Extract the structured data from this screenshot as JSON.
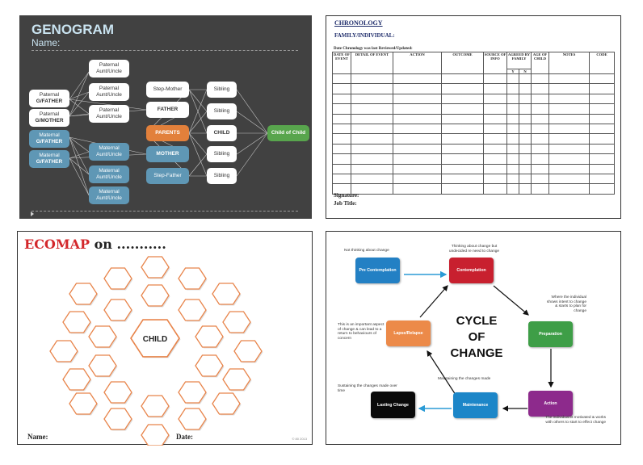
{
  "genogram": {
    "title": "GENOGRAM",
    "name_label": "Name:",
    "nodes": {
      "pat_aunt_1": "Paternal Aunt/Uncle",
      "pat_aunt_2": "Paternal Aunt/Uncle",
      "pat_aunt_3": "Paternal Aunt/Uncle",
      "pat_gf": [
        "Paternal",
        "G/FATHER"
      ],
      "pat_gm": [
        "Paternal",
        "G/MOTHER"
      ],
      "mat_gf": [
        "Maternal",
        "G/FATHER"
      ],
      "mat_gm": [
        "Maternal",
        "G/FATHER"
      ],
      "mat_aunt_1": "Maternal Aunt/Uncle",
      "mat_aunt_2": "Maternal Aunt/Uncle",
      "mat_aunt_3": "Maternal Aunt/Uncle",
      "step_mother": "Step-Mother",
      "father": "FATHER",
      "parents": "PARENTS",
      "mother": "MOTHER",
      "step_father": "Step-Father",
      "sibling_1": "Sibling",
      "sibling_2": "Sibling",
      "child": "CHILD",
      "sibling_3": "Sibling",
      "sibling_4": "Sibling",
      "child_of_child": "Child of Child"
    },
    "colors": {
      "background": "#414141",
      "maternal": "#5f97b5",
      "parents": "#e2803b",
      "child_of_child": "#58a54d"
    }
  },
  "chronology": {
    "title": "CHRONOLOGY",
    "family": "FAMILY/INDIVIDUAL:",
    "date_line": "Date Chronology was last Reviewed/Updated:",
    "columns": [
      "DATE OF EVENT",
      "DETAIL OF EVENT",
      "ACTION",
      "OUTCOME",
      "SOURCE OF INFO",
      "AGREED BY FAMILY",
      "AGE OF CHILD",
      "NOTES",
      "CODE"
    ],
    "agreed_sub": [
      "Y",
      "N"
    ],
    "empty_rows": 12,
    "signature": "Signature:",
    "job_title": "Job Title:"
  },
  "ecomap": {
    "title_red": "ECOMAP",
    "title_rest": "on ...........",
    "center_label": "CHILD",
    "name_label": "Name:",
    "date_label": "Date:",
    "copyright": "© 80 2013",
    "colors": {
      "hex_border": "#e8844a",
      "title": "#d3272b"
    }
  },
  "cycle": {
    "center": [
      "CYCLE",
      "OF",
      "CHANGE"
    ],
    "stages": {
      "pre_contemplation": "Pre Contemplation",
      "contemplation": "Contemplation",
      "preparation": "Preparation",
      "action": "Action",
      "maintenance": "Maintenance",
      "lasting_change": "Lasting Change",
      "lapse_relapse": "Lapse/Relapse"
    },
    "notes": {
      "pre_contemplation": "Not thinking about change",
      "contemplation": "Thinking about change but undecided re need to change",
      "preparation": "Where the individual shows intent to change & starts to plan for change",
      "action": "The individual is motivated & works with others to start to effect change",
      "maintenance": "Maintaining the changes made",
      "lasting_change": "Sustaining the changes made over time",
      "lapse_relapse": "This is an important aspect of change & can lead to a return to behaviours of concern"
    },
    "colors": {
      "pre_contemplation": "#2380c4",
      "contemplation": "#c8202f",
      "preparation": "#3e9e47",
      "action": "#8d2a8c",
      "maintenance": "#1c86c8",
      "lasting_change": "#0a0a0a",
      "lapse_relapse": "#ec8a49"
    }
  }
}
